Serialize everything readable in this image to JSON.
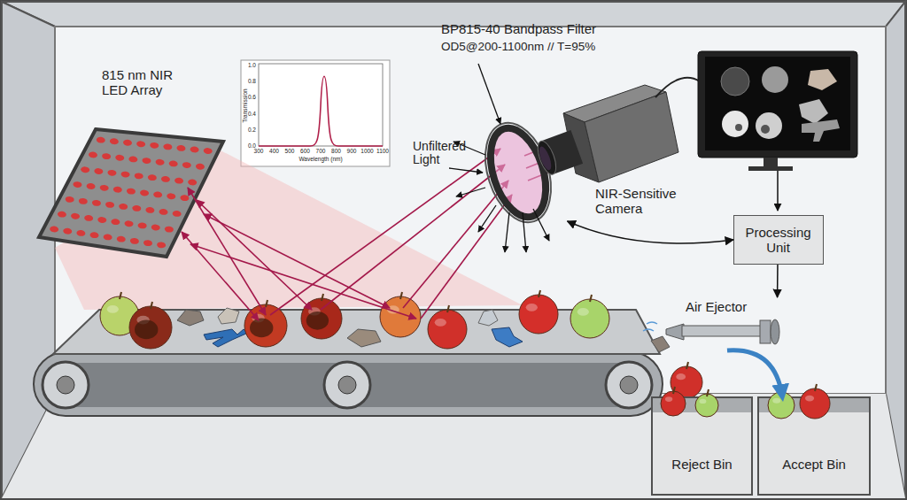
{
  "diagram": {
    "nodes": [
      {
        "text": [
          "815 nm NIR LED Array"
        ]
      },
      {
        "text": [
          "BP815-40 Bandpass Filter",
          "OD5@200-1100nm // T=95%"
        ]
      },
      {
        "text": [
          "NIR-Sensitive Camera"
        ]
      },
      {
        "text": [
          "Processing Unit"
        ]
      },
      {
        "text": [
          "Air Ejector"
        ]
      },
      {
        "text": [
          "Reject Bin"
        ]
      },
      {
        "text": [
          "Accept Bin"
        ]
      }
    ],
    "edges": [
      {
        "from": 2,
        "to": 3,
        "arrow": "both"
      },
      {
        "from": 3,
        "to": 4,
        "arrow": "to"
      },
      {
        "from": 4,
        "to": 6,
        "arrow": "to"
      }
    ],
    "labels": [
      "Unfiltered Light",
      "Transmission",
      "1.0",
      "0.8",
      "0.6",
      "0.4",
      "0.2",
      "0.0",
      "300",
      "400",
      "500",
      "600",
      "700",
      "800",
      "900",
      "1000",
      "1100",
      "Wavelength (nm)"
    ]
  }
}
